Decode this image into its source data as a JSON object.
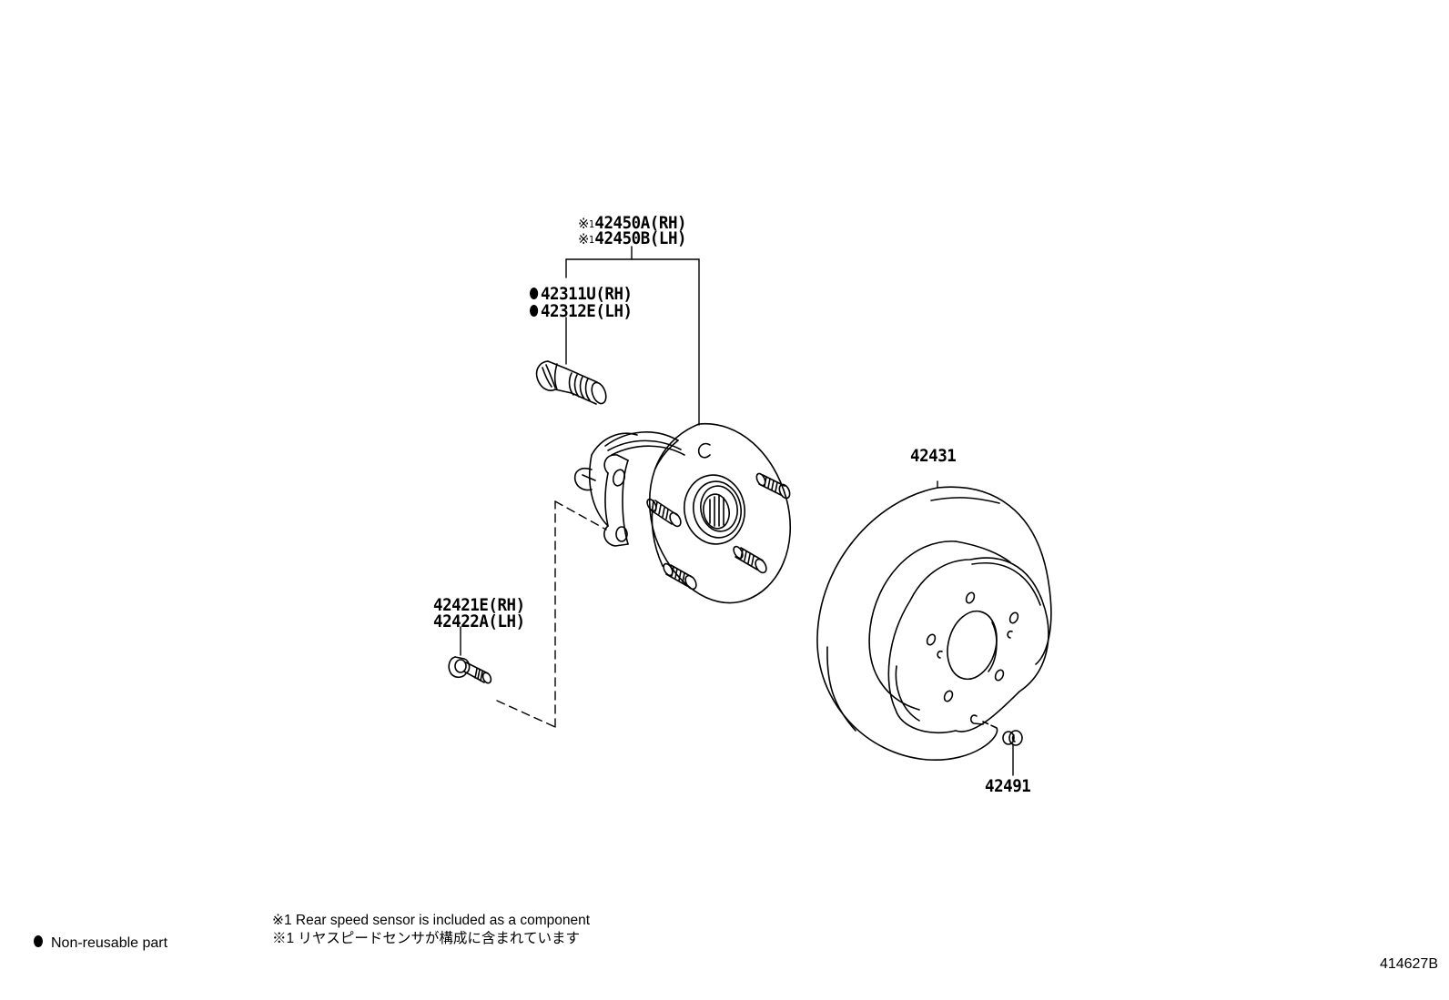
{
  "diagram": {
    "type": "exploded-parts-diagram",
    "subject": "Rear axle hub & brake disc",
    "figure_id": "414627B",
    "callouts": [
      {
        "id": "hub_assembly",
        "lines": [
          {
            "mark": "※",
            "sub": "1",
            "text": "42450A(RH)"
          },
          {
            "mark": "※",
            "sub": "1",
            "text": "42450B(LH)"
          }
        ]
      },
      {
        "id": "hub_bolt",
        "non_reusable": true,
        "lines": [
          {
            "text": "42311U(RH)"
          },
          {
            "text": "42312E(LH)"
          }
        ]
      },
      {
        "id": "sensor_bolt",
        "lines": [
          {
            "text": "42421E(RH)"
          },
          {
            "text": "42422A(LH)"
          }
        ]
      },
      {
        "id": "brake_disc",
        "lines": [
          {
            "text": "42431"
          }
        ]
      },
      {
        "id": "plug",
        "lines": [
          {
            "text": "42491"
          }
        ]
      }
    ],
    "notes": [
      "※1 Rear speed sensor is included as a component",
      "※1 リヤスピードセンサが構成に含まれています"
    ],
    "legend": {
      "symbol": "filled-dot",
      "label": "Non-reusable part"
    }
  }
}
